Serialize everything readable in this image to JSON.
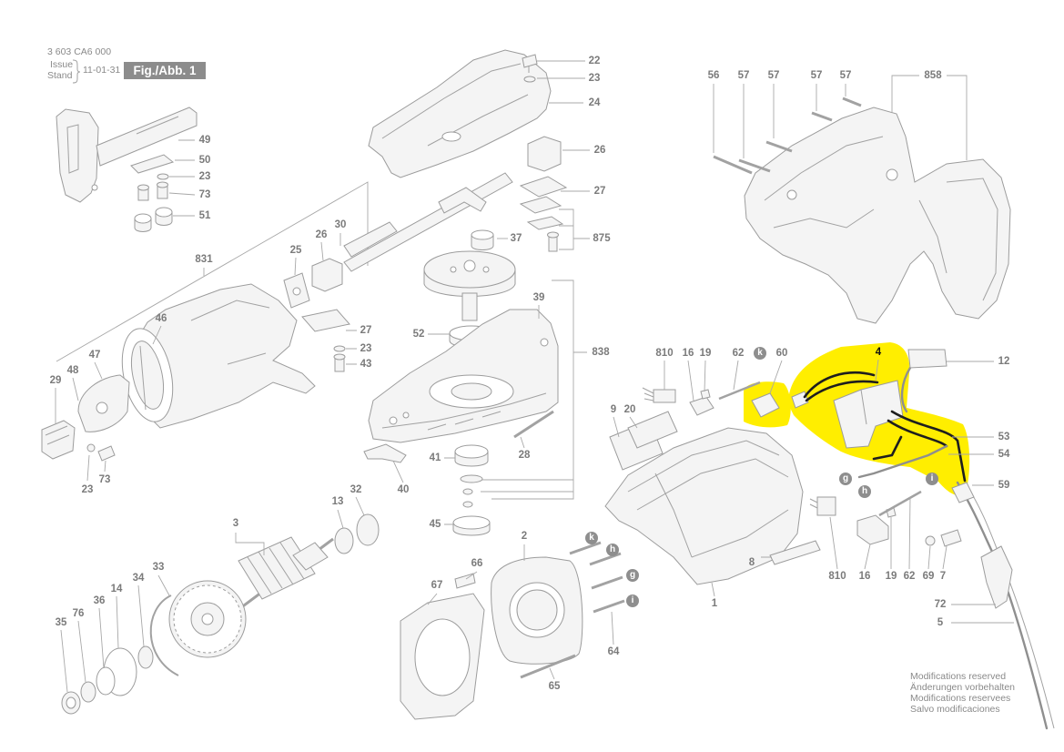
{
  "header": {
    "doc_number": "3 603 CA6 000",
    "issue_label": "Issue",
    "stand_label": "Stand",
    "date": "11-01-31",
    "figure": "Fig./Abb. 1"
  },
  "callouts": [
    "22",
    "23",
    "24",
    "26",
    "27",
    "875",
    "37",
    "39",
    "838",
    "52",
    "41",
    "28",
    "40",
    "45",
    "49",
    "50",
    "23",
    "73",
    "51",
    "30",
    "26",
    "25",
    "831",
    "46",
    "47",
    "48",
    "29",
    "27",
    "23",
    "43",
    "23",
    "73",
    "13",
    "32",
    "3",
    "33",
    "34",
    "14",
    "36",
    "76",
    "35",
    "2",
    "66",
    "67",
    "64",
    "65",
    "810",
    "16",
    "19",
    "62",
    "60",
    "9",
    "20",
    "4",
    "12",
    "53",
    "54",
    "59",
    "8",
    "1",
    "810",
    "16",
    "19",
    "62",
    "69",
    "7",
    "72",
    "5",
    "56",
    "57",
    "57",
    "57",
    "57",
    "858"
  ],
  "letter_markers": [
    "k",
    "h",
    "g",
    "i",
    "k",
    "g",
    "h",
    "i"
  ],
  "footer": {
    "lines": [
      "Modifications reserved",
      "Änderungen vorbehalten",
      "Modifications reservees",
      "Salvo modificaciones"
    ]
  },
  "colors": {
    "highlight": "#ffee00",
    "line": "#9c9c9c",
    "figure_box": "#8c8c8c",
    "wire": "#1e1e1e"
  }
}
